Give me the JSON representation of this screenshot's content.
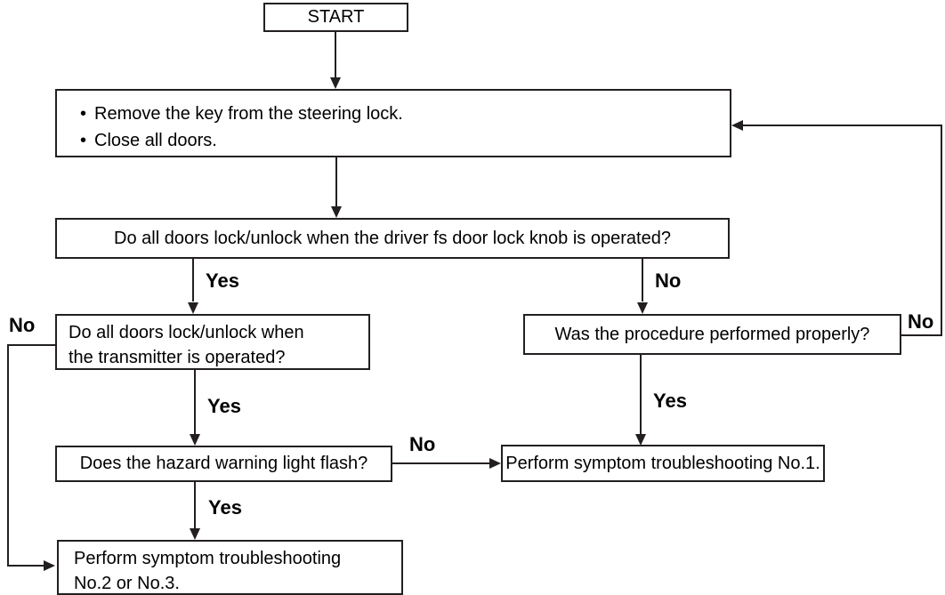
{
  "diagram": {
    "type": "flowchart",
    "bullet_char": "•",
    "colors": {
      "line": "#231f20",
      "background": "#ffffff",
      "text": "#000000"
    },
    "nodes": {
      "start": {
        "label": "START"
      },
      "prep": {
        "bullets": [
          "Remove the key from the steering lock.",
          "Close all doors."
        ]
      },
      "q_knob": {
        "label": "Do all doors lock/unlock when the driver fs door lock knob is operated?"
      },
      "q_transmitter": {
        "lines": [
          "Do all doors lock/unlock when",
          "the transmitter is operated?"
        ]
      },
      "q_hazard": {
        "label": "Does the hazard warning light flash?"
      },
      "q_procedure": {
        "label": "Was the procedure performed properly?"
      },
      "result_no1": {
        "label": "Perform symptom troubleshooting No.1."
      },
      "result_no23": {
        "lines": [
          "Perform symptom troubleshooting",
          "No.2 or No.3."
        ]
      }
    },
    "edge_labels": {
      "knob_yes": "Yes",
      "knob_no": "No",
      "transmitter_yes": "Yes",
      "transmitter_no": "No",
      "hazard_yes": "Yes",
      "hazard_no": "No",
      "procedure_yes": "Yes",
      "procedure_no": "No"
    }
  }
}
